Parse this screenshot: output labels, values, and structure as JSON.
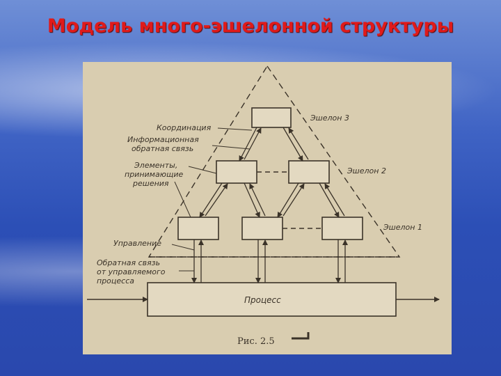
{
  "slide": {
    "title": "Модель много-эшелонной структуры"
  },
  "diagram": {
    "labels": {
      "coordination": "Координация",
      "info_feedback_1": "Информационная",
      "info_feedback_2": "обратная связь",
      "elements_1": "Элементы,",
      "elements_2": "принимающие",
      "elements_3": "решения",
      "control": "Управление",
      "feedback_1": "Обратная связь",
      "feedback_2": "от управляемого",
      "feedback_3": "процесса"
    },
    "echelons": [
      "Эшелон 3",
      "Эшелон 2",
      "Эшелон 1"
    ],
    "process_label": "Процесс",
    "caption": "Рис. 2.5"
  }
}
